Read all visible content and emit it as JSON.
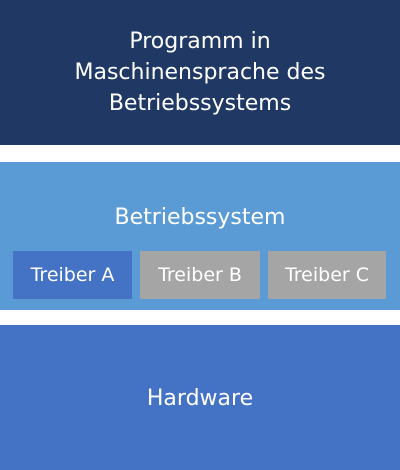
{
  "colors": {
    "program_layer": "#203864",
    "os_layer": "#5b9bd5",
    "driver_active": "#4472c4",
    "driver_inactive": "#a5a5a5",
    "hardware_layer": "#4472c4",
    "text": "#ffffff"
  },
  "program": {
    "lines": [
      "Programm in",
      "Maschinensprache des",
      "Betriebssystems"
    ]
  },
  "os": {
    "title": "Betriebssystem",
    "drivers": [
      {
        "label": "Treiber A",
        "state": "active"
      },
      {
        "label": "Treiber B",
        "state": "inactive"
      },
      {
        "label": "Treiber C",
        "state": "inactive"
      }
    ]
  },
  "hardware": {
    "label": "Hardware"
  }
}
